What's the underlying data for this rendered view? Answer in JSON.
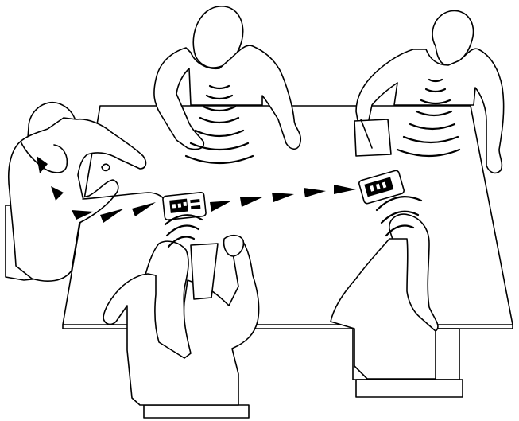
{
  "scene": {
    "description_free": true,
    "colors": {
      "line": "#000000",
      "background": "#ffffff"
    },
    "people": [
      {
        "id": "listener-headphones",
        "has_device": false
      },
      {
        "id": "speaker-back-center",
        "has_device": false
      },
      {
        "id": "speaker-back-right",
        "has_device": false
      },
      {
        "id": "speaker-front-left",
        "has_device": true
      },
      {
        "id": "speaker-front-right",
        "has_device": true
      }
    ],
    "devices": [
      {
        "id": "device-center"
      },
      {
        "id": "device-right"
      }
    ],
    "arrow_count": 9
  }
}
